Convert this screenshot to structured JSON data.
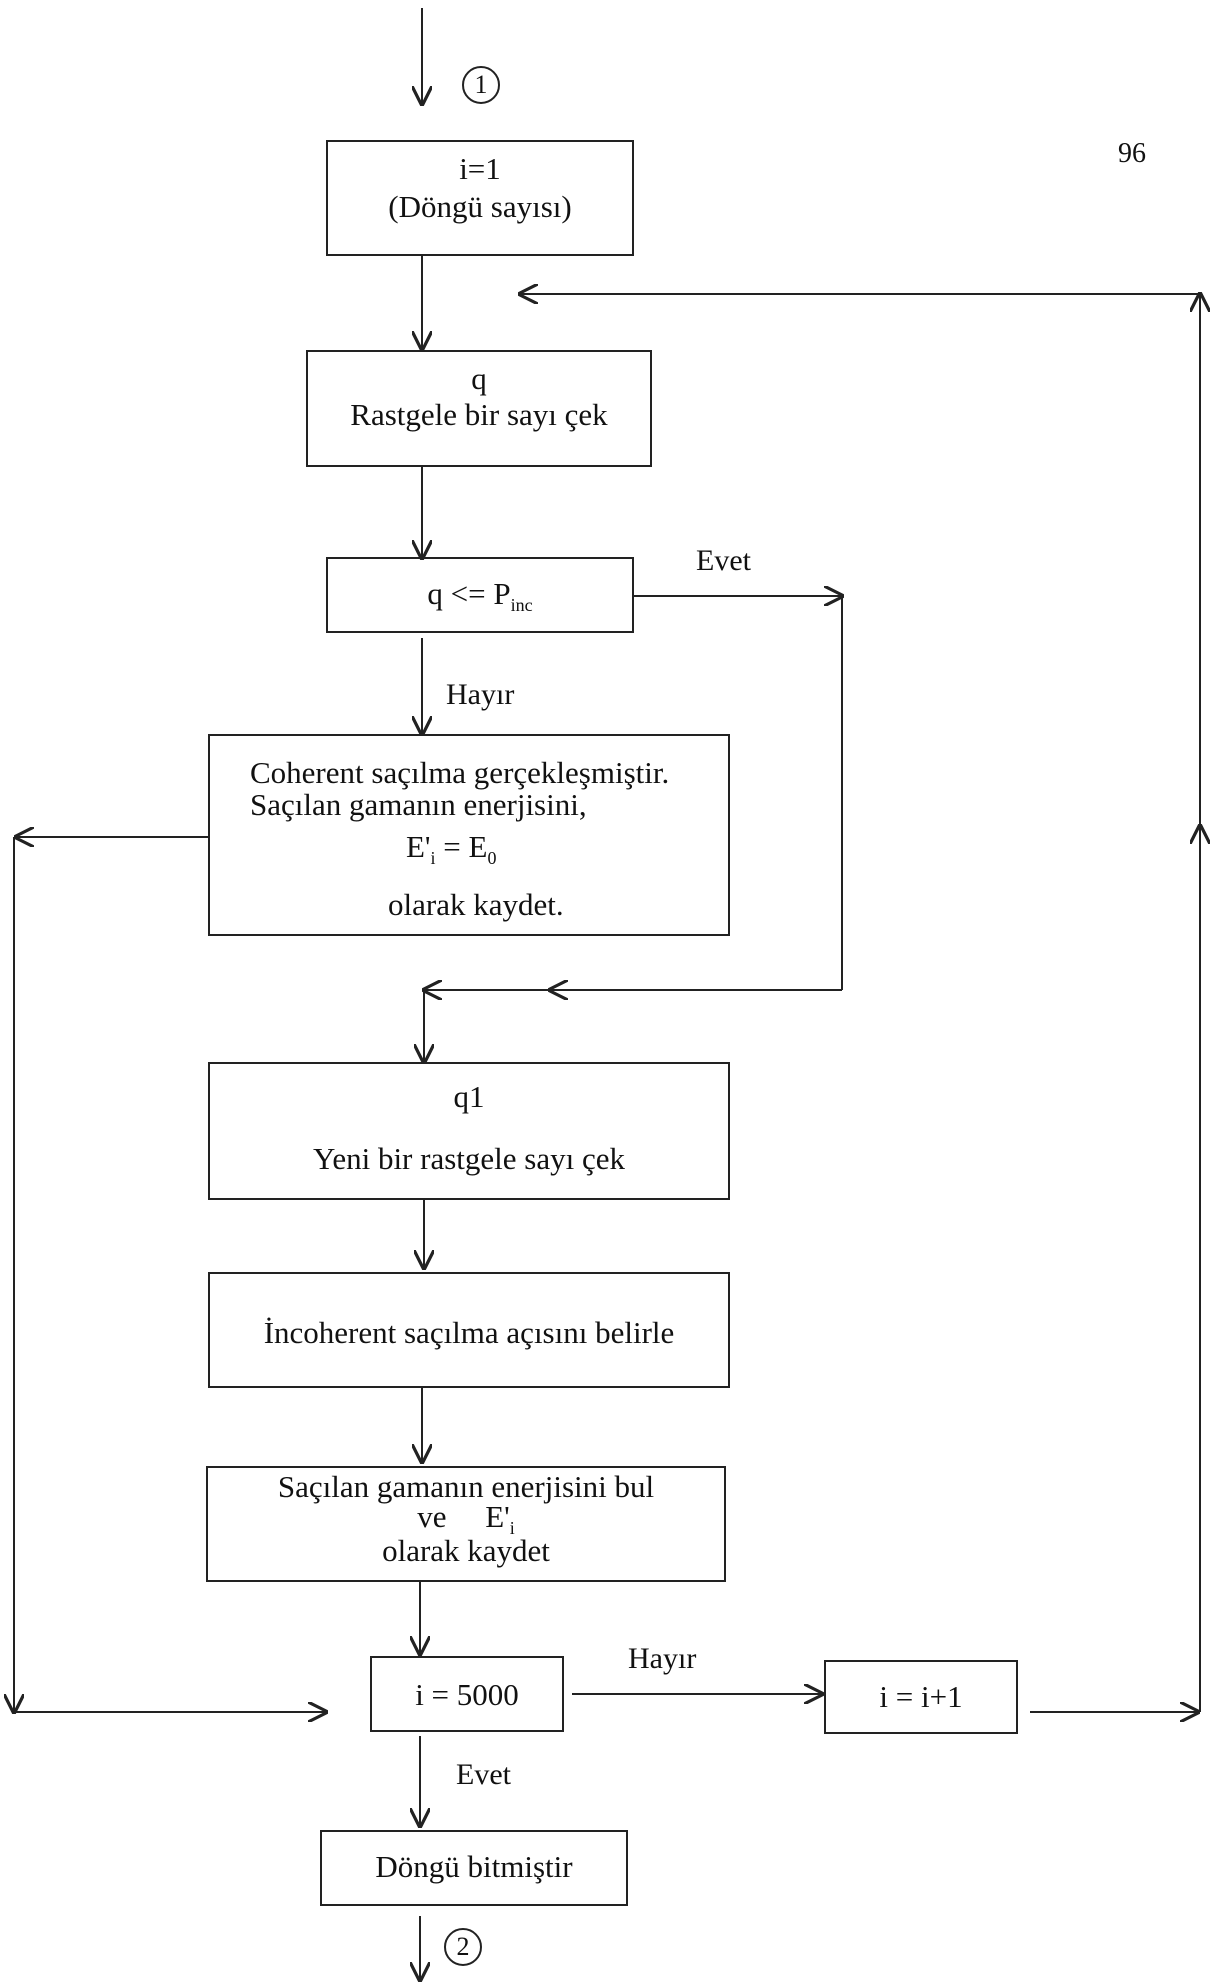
{
  "page_number": "96",
  "connectors": {
    "start": "1",
    "end": "2"
  },
  "nodes": {
    "init": {
      "line1": "i=1",
      "line2": "(Döngü sayısı)"
    },
    "rand": {
      "line1": "q",
      "line2": "Rastgele bir sayı çek"
    },
    "decision1": {
      "text": "q <= P",
      "sub": "inc"
    },
    "coherent": {
      "line1": "Coherent saçılma gerçekleşmiştir.",
      "line2": "Saçılan gamanın enerjisini,",
      "eq_left": "E'",
      "eq_left_sub": "i",
      "eq_mid": " = E",
      "eq_right_sub": "0",
      "line4": "olarak kaydet."
    },
    "rand2": {
      "line1": "q1",
      "line2": "Yeni bir rastgele sayı çek"
    },
    "angle": {
      "text": "İncoherent saçılma açısını belirle"
    },
    "energy": {
      "line1": "Saçılan gamanın enerjisini bul",
      "line2a": "ve",
      "line2b": "E'",
      "line2b_sub": "i",
      "line3": "olarak kaydet"
    },
    "decision2": {
      "text": "i = 5000"
    },
    "increment": {
      "text": "i = i+1"
    },
    "end": {
      "text": "Döngü bitmiştir"
    }
  },
  "edge_labels": {
    "evet1": "Evet",
    "hayir1": "Hayır",
    "hayir2": "Hayır",
    "evet2": "Evet"
  }
}
